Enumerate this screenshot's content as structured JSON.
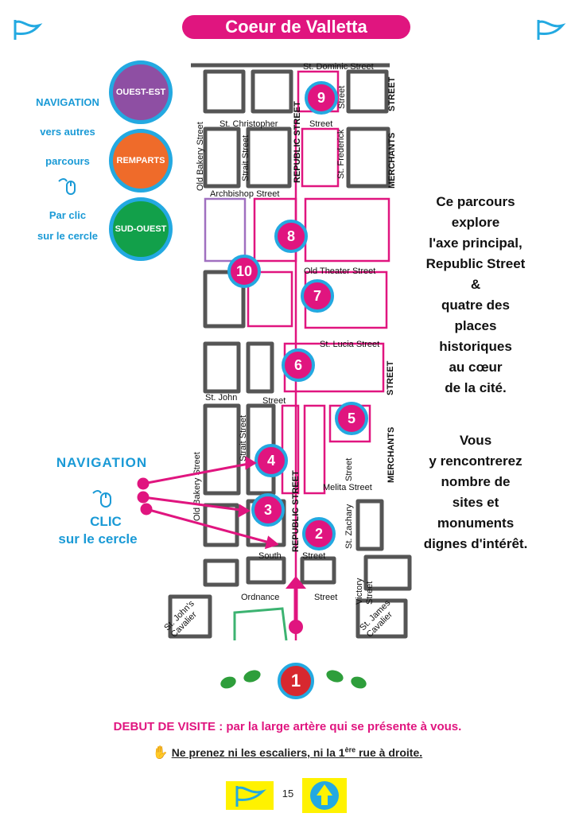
{
  "title": "Coeur de Valletta",
  "nav_left": {
    "lines": [
      "NAVIGATION",
      "vers autres",
      "parcours",
      "Par clic",
      "sur le cercle"
    ],
    "circles": [
      {
        "label": "OUEST-EST",
        "color": "#8e4fa3"
      },
      {
        "label": "REMPARTS",
        "color": "#ef6b2a"
      },
      {
        "label": "SUD-OUEST",
        "color": "#12a04a"
      }
    ]
  },
  "description": {
    "block1": [
      "Ce parcours",
      "explore",
      "l'axe principal,",
      "Republic Street",
      "&",
      "quatre des places",
      "historiques",
      "au cœur",
      "de la cité."
    ],
    "block2": [
      "Vous",
      "y rencontrerez",
      "nombre de",
      "sites et",
      "monuments",
      "dignes d'intérêt."
    ]
  },
  "nav_bottom": {
    "heading": "NAVIGATION",
    "clic": "CLIC",
    "sub": "sur le cercle"
  },
  "streets": {
    "st_dominic": "St. Dominic Street",
    "st_christopher": "St. Christopher",
    "street_a": "Street",
    "archbishop": "Archbishop Street",
    "old_theater": "Old Theater Street",
    "st_lucia": "St. Lucia Street",
    "st_john": "St. John",
    "street_b": "Street",
    "melita": "Melita Street",
    "south": "South",
    "street_c": "Street",
    "ordnance": "Ordnance",
    "street_d": "Street",
    "old_bakery_1": "Old Bakery Street",
    "old_bakery_2": "Old Bakery Street",
    "strait_1": "Strait Street",
    "strait_2": "Strait Street",
    "republic_1": "REPUBLIC STREET",
    "republic_2": "REPUBLIC STREET",
    "st_frederick": "St. Frederick",
    "street_e": "Street",
    "street_f": "Street",
    "st_zachary": "St. Zachary",
    "merchants_1": "MERCHANTS",
    "merchants_2": "MERCHANTS",
    "street_g": "STREET",
    "street_h": "STREET",
    "victory": "Victory",
    "street_i": "Street",
    "st_johns_cavalier": "St. John's Cavalier",
    "st_james_cavalier": "St. James Cavalier"
  },
  "stops": [
    "1",
    "2",
    "3",
    "4",
    "5",
    "6",
    "7",
    "8",
    "9",
    "10"
  ],
  "footer": {
    "start_line": "DEBUT DE VISITE : par la large artère qui se présente à vous.",
    "warning_pre": "Ne prenez ni les escaliers, ni la 1",
    "warning_sup": "ère",
    "warning_post": " rue à droite.",
    "page": "15"
  },
  "colors": {
    "accent": "#e0157f",
    "blue": "#23a9e1",
    "footprint": "#2e9e3b",
    "yellow": "#fff200",
    "red": "#d7282f"
  }
}
